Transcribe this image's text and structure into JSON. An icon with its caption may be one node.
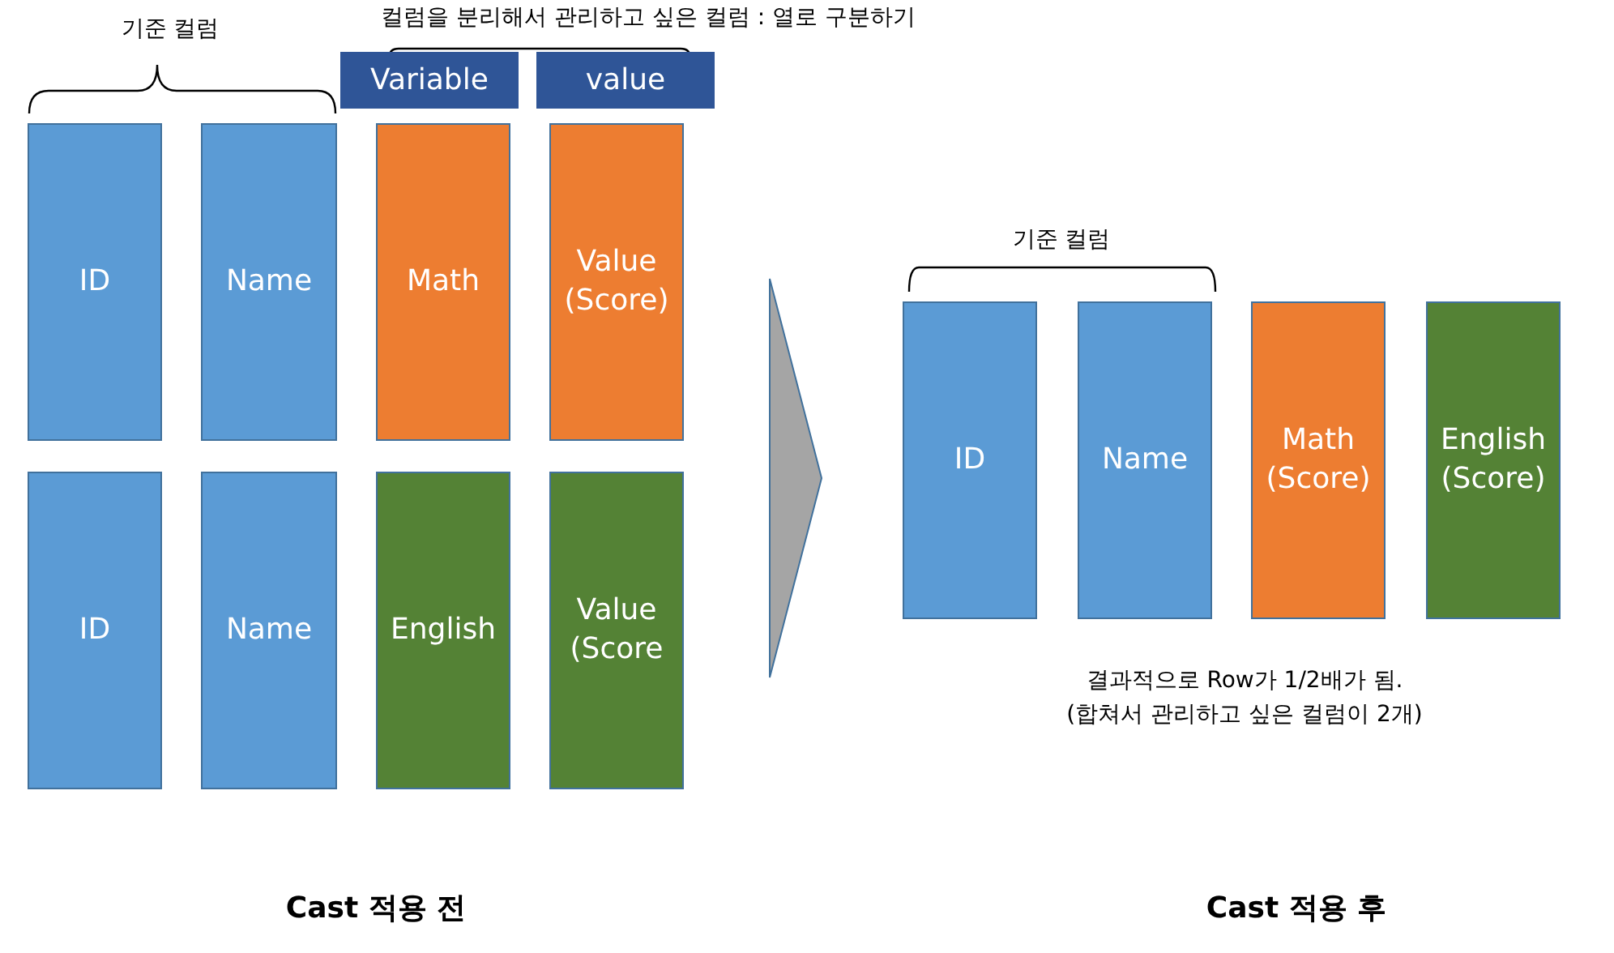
{
  "diagram": {
    "nodes": [
      {
        "text": [
          "ID"
        ]
      },
      {
        "text": [
          "Name"
        ]
      },
      {
        "text": [
          "Math"
        ]
      },
      {
        "text": [
          "Value (Score)"
        ]
      },
      {
        "text": [
          "ID"
        ]
      },
      {
        "text": [
          "Name"
        ]
      },
      {
        "text": [
          "English"
        ]
      },
      {
        "text": [
          "Value (Score"
        ]
      },
      {
        "text": [
          "Variable"
        ]
      },
      {
        "text": [
          "value"
        ]
      },
      {
        "text": [
          "ID"
        ]
      },
      {
        "text": [
          "Name"
        ]
      },
      {
        "text": [
          "Math (Score)"
        ]
      },
      {
        "text": [
          "English (Score)"
        ]
      }
    ],
    "labels": [
      "기준 컬럼",
      "컬럼을 분리해서 관리하고 싶은 컬럼 : 열로 구분하기",
      "기준 컬럼",
      "결과적으로 Row가 1/2배가 됨.",
      "(합쳐서 관리하고 싶은 컬럼이 2개)",
      "Cast 적용 전",
      "Cast 적용 후"
    ]
  }
}
